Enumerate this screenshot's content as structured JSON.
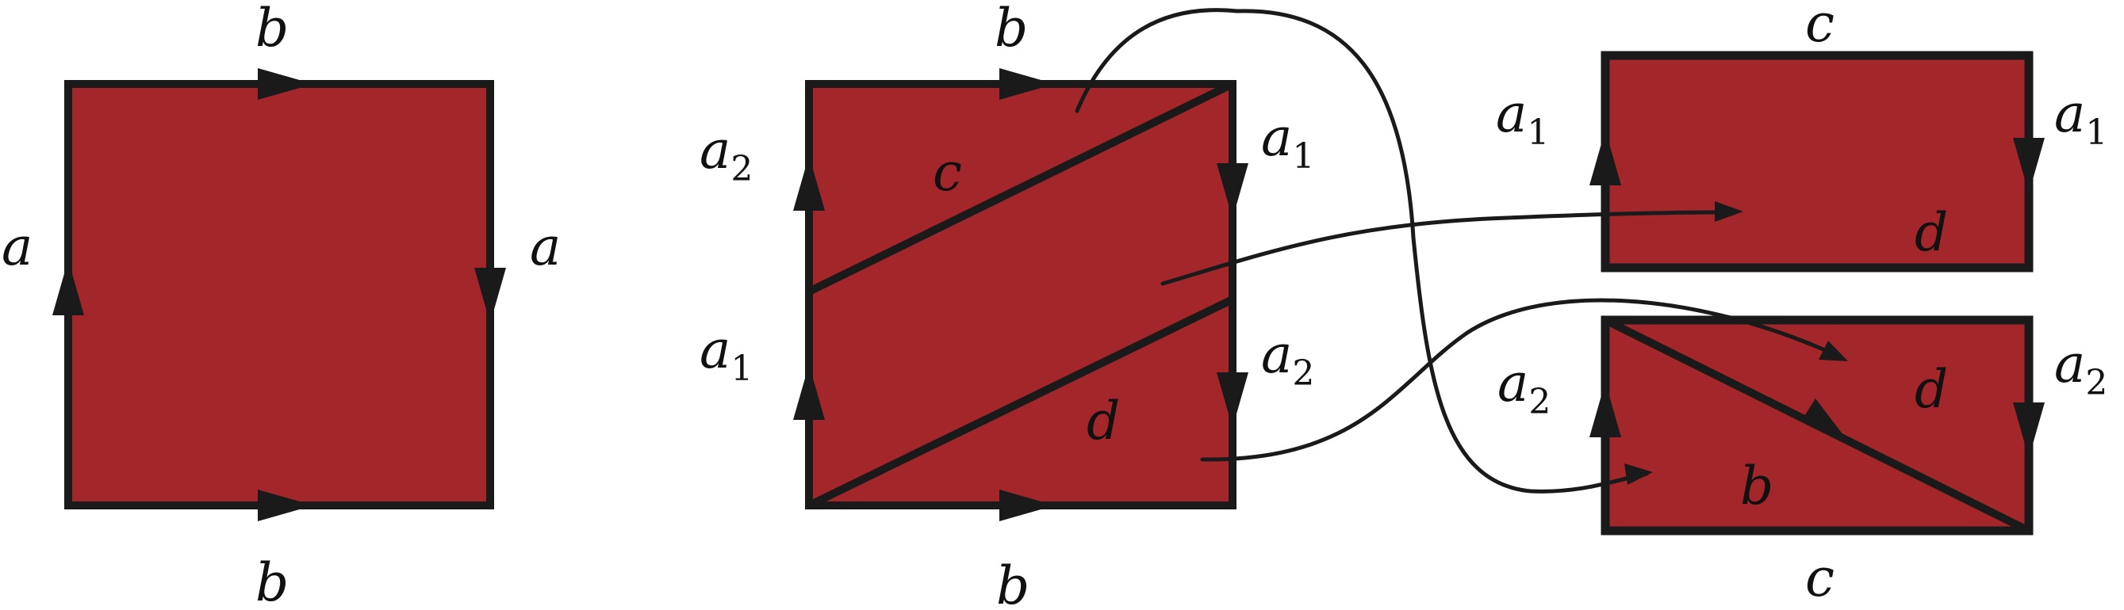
{
  "colors": {
    "fill": "#a3262b",
    "edge": "#1a1a1a",
    "background": "#ffffff"
  },
  "labels": {
    "square_top": "b",
    "square_bottom": "b",
    "square_left": "a",
    "square_right": "a",
    "cut_top": "b",
    "cut_bottom": "b",
    "cut_left_upper": "a",
    "cut_left_upper_sub": "2",
    "cut_left_lower": "a",
    "cut_left_lower_sub": "1",
    "cut_right_upper": "a",
    "cut_right_upper_sub": "1",
    "cut_right_lower": "a",
    "cut_right_lower_sub": "2",
    "cut_c": "c",
    "cut_d": "d",
    "top_rect_top": "c",
    "top_rect_left": "a",
    "top_rect_left_sub": "1",
    "top_rect_right": "a",
    "top_rect_right_sub": "1",
    "top_rect_d": "d",
    "bottom_rect_bottom": "c",
    "bottom_rect_left": "a",
    "bottom_rect_left_sub": "2",
    "bottom_rect_right": "a",
    "bottom_rect_right_sub": "2",
    "bottom_rect_d": "d",
    "bottom_rect_b": "b"
  }
}
